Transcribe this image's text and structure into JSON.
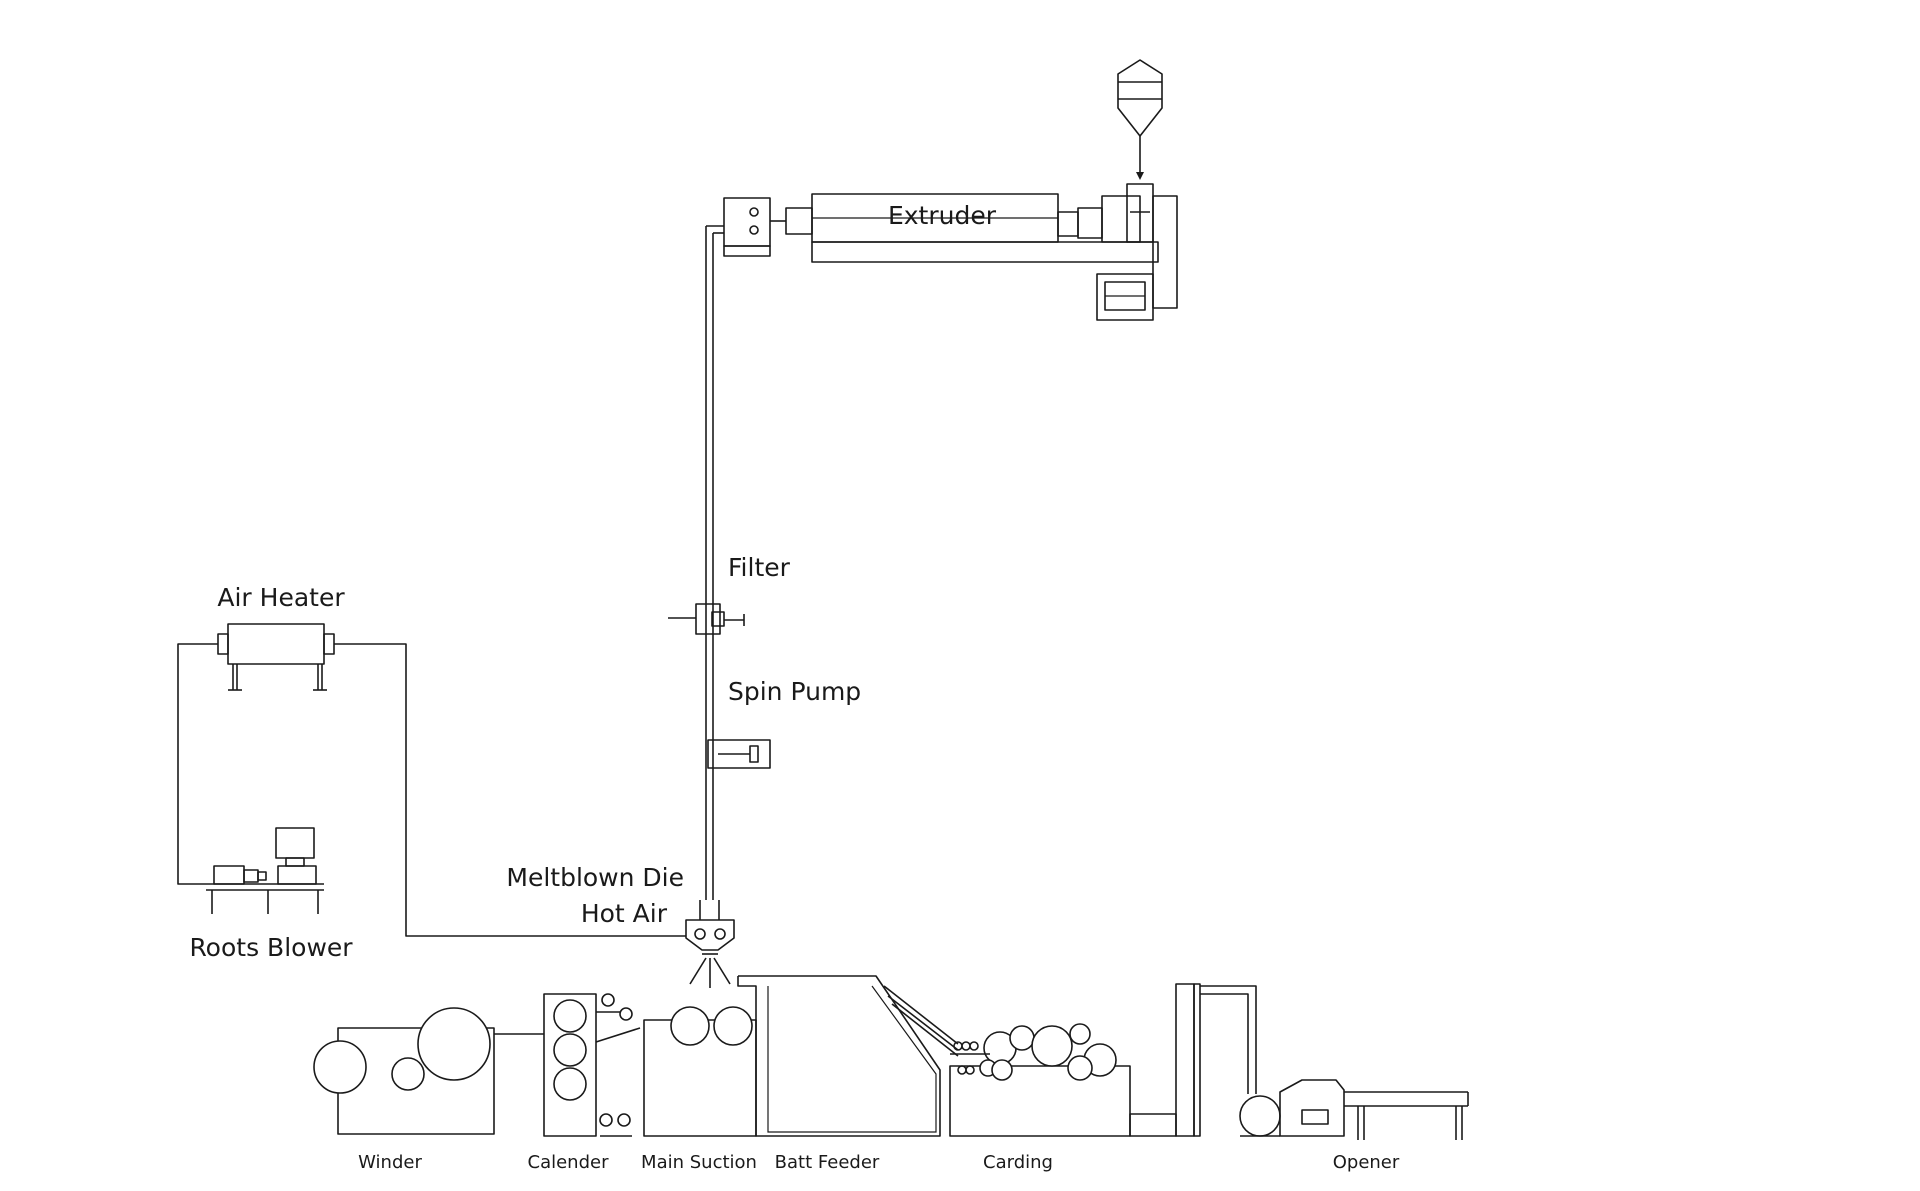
{
  "labels": {
    "extruder": "Extruder",
    "filter": "Filter",
    "spin_pump": "Spin Pump",
    "meltblown_die": "Meltblown Die",
    "hot_air": "Hot Air",
    "air_heater": "Air Heater",
    "roots_blower": "Roots Blower",
    "winder": "Winder",
    "calender": "Calender",
    "main_suction": "Main Suction",
    "batt_feeder": "Batt Feeder",
    "carding": "Carding",
    "opener": "Opener"
  }
}
